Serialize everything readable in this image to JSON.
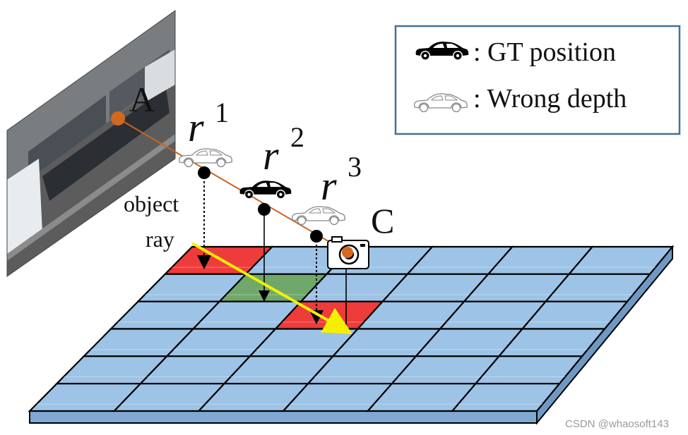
{
  "labels": {
    "point_a": "A",
    "point_c": "C",
    "ray_r1_base": "r",
    "ray_r1_sup": "1",
    "ray_r2_base": "r",
    "ray_r2_sup": "2",
    "ray_r3_base": "r",
    "ray_r3_sup": "3",
    "object_ray_line1": "object",
    "object_ray_line2": "ray"
  },
  "legend": {
    "gt_label": ": GT position",
    "wrong_label": ": Wrong depth"
  },
  "watermark": "CSDN @whaosoft143",
  "colors": {
    "ray": "#c8641e",
    "ray_point": "#d2691e",
    "object_ray_arrow": "#f4f000",
    "grid_fill": "#9dc3e6",
    "grid_cell_red": "#ee3b3b",
    "grid_cell_green": "#6fa86a",
    "legend_border": "#41719c"
  },
  "icons": {
    "car_solid": "car-solid-icon",
    "car_outline": "car-outline-icon",
    "camera": "camera-icon"
  }
}
